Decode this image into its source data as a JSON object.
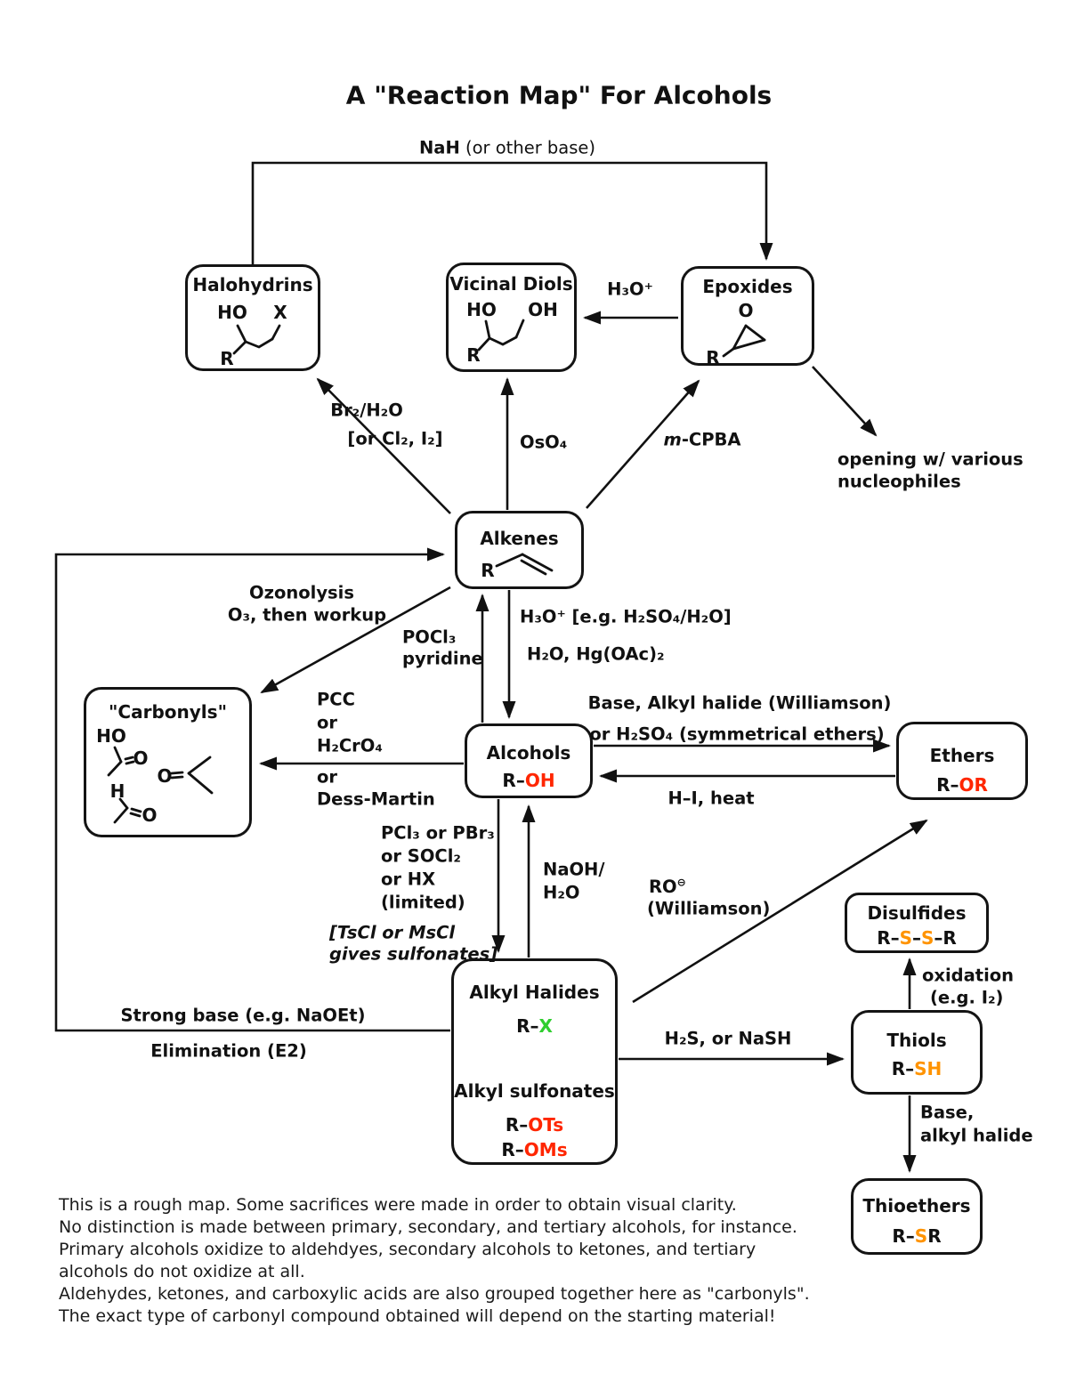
{
  "title": "A \"Reaction Map\" For Alcohols",
  "colors": {
    "red": "#ff2600",
    "green": "#2fce2f",
    "orange": "#ff9300",
    "ink": "#111111"
  },
  "nodes": {
    "halohydrins": {
      "title": "Halohydrins",
      "ho": "HO",
      "x": "X",
      "r": "R"
    },
    "vicinal_diols": {
      "title": "Vicinal Diols",
      "ho": "HO",
      "oh": "OH",
      "r": "R"
    },
    "epoxides": {
      "title": "Epoxides",
      "o": "O",
      "r": "R"
    },
    "alkenes": {
      "title": "Alkenes",
      "r": "R"
    },
    "carbonyls": {
      "title": "\"Carbonyls\"",
      "ho": "HO",
      "o_acid": "O",
      "o_ketone": "O",
      "h": "H",
      "o_aldehyde": "O"
    },
    "alcohols": {
      "title": "Alcohols",
      "formula": [
        {
          "t": "R–"
        },
        {
          "t": "OH",
          "cls": "red"
        }
      ]
    },
    "ethers": {
      "title": "Ethers",
      "formula": [
        {
          "t": "R–"
        },
        {
          "t": "OR",
          "cls": "red"
        }
      ]
    },
    "alkyl_halides": {
      "title": "Alkyl Halides",
      "formula": [
        {
          "t": "R–"
        },
        {
          "t": "X",
          "cls": "green"
        }
      ],
      "subtitle": "Alkyl sulfonates",
      "formula_ots": [
        {
          "t": "R–"
        },
        {
          "t": "OTs",
          "cls": "red"
        }
      ],
      "formula_oms": [
        {
          "t": "R–"
        },
        {
          "t": "OMs",
          "cls": "red"
        }
      ]
    },
    "disulfides": {
      "title": "Disulfides",
      "formula": [
        {
          "t": "R–"
        },
        {
          "t": "S",
          "cls": "orange"
        },
        {
          "t": "–"
        },
        {
          "t": "S",
          "cls": "orange"
        },
        {
          "t": "–R"
        }
      ]
    },
    "thiols": {
      "title": "Thiols",
      "formula": [
        {
          "t": "R–"
        },
        {
          "t": "SH",
          "cls": "orange"
        }
      ]
    },
    "thioethers": {
      "title": "Thioethers",
      "formula": [
        {
          "t": "R–"
        },
        {
          "t": "S",
          "cls": "orange"
        },
        {
          "t": "R"
        }
      ]
    }
  },
  "labels": {
    "nah": [
      {
        "t": "NaH"
      },
      {
        "t": " (or other base)",
        "cls": "n"
      }
    ],
    "h3o_epoxide": [
      {
        "t": "H₃O⁺"
      }
    ],
    "opening1": [
      {
        "t": "opening w/ various"
      }
    ],
    "opening2": [
      {
        "t": "nucleophiles"
      }
    ],
    "br2": [
      {
        "t": "Br₂/H₂O"
      }
    ],
    "br2b": [
      {
        "t": "[or Cl₂, I₂]"
      }
    ],
    "oso4": [
      {
        "t": "OsO₄"
      }
    ],
    "mcpba": [
      {
        "t": "m",
        "cls": "i"
      },
      {
        "t": "-CPBA"
      }
    ],
    "ozon1": [
      {
        "t": "Ozonolysis"
      }
    ],
    "ozon2": [
      {
        "t": "O₃, then workup"
      }
    ],
    "pocl3a": [
      {
        "t": "POCl₃"
      }
    ],
    "pocl3b": [
      {
        "t": "pyridine"
      }
    ],
    "hydr1": [
      {
        "t": "H₃O⁺ [e.g. H₂SO₄/H₂O]"
      }
    ],
    "hydr2": [
      {
        "t": "H₂O, Hg(OAc)₂"
      }
    ],
    "ox1": [
      {
        "t": "PCC"
      }
    ],
    "ox2": [
      {
        "t": "or"
      }
    ],
    "ox3": [
      {
        "t": "H₂CrO₄"
      }
    ],
    "ox4": [
      {
        "t": "or"
      }
    ],
    "ox5": [
      {
        "t": "Dess-Martin"
      }
    ],
    "will1": [
      {
        "t": "Base, Alkyl halide (Williamson)"
      }
    ],
    "will2": [
      {
        "t": "or H₂SO₄ (symmetrical ethers)"
      }
    ],
    "hi": [
      {
        "t": "H–I, heat"
      }
    ],
    "hal1": [
      {
        "t": "PCl₃ or PBr₃"
      }
    ],
    "hal2": [
      {
        "t": "or SOCl₂"
      }
    ],
    "hal3": [
      {
        "t": "or HX"
      }
    ],
    "hal4": [
      {
        "t": "(limited)"
      }
    ],
    "tscl1": [
      {
        "t": "[TsCl or MsCl",
        "cls": "i"
      }
    ],
    "tscl2": [
      {
        "t": "gives sulfonates]",
        "cls": "i"
      }
    ],
    "naoh1": [
      {
        "t": "NaOH/"
      }
    ],
    "naoh2": [
      {
        "t": "H₂O"
      }
    ],
    "ro1": [
      {
        "t": "RO"
      },
      {
        "t": "⊖",
        "cls": "sup"
      }
    ],
    "ro2": [
      {
        "t": "(Williamson)"
      }
    ],
    "strongbase": [
      {
        "t": "Strong base (e.g. NaOEt)"
      }
    ],
    "elim": [
      {
        "t": "Elimination (E2)"
      }
    ],
    "h2s": [
      {
        "t": "H₂S, or NaSH"
      }
    ],
    "oxid1": [
      {
        "t": "oxidation"
      }
    ],
    "oxid2": [
      {
        "t": "(e.g. I₂)"
      }
    ],
    "base1": [
      {
        "t": "Base,"
      }
    ],
    "base2": [
      {
        "t": "alkyl halide"
      }
    ]
  },
  "footer": [
    "This is a rough map. Some sacrifices were made in order to obtain visual clarity.",
    "No distinction is made between primary, secondary, and tertiary alcohols, for instance.",
    "Primary alcohols oxidize to aldehdyes, secondary alcohols to ketones, and tertiary",
    "alcohols do not oxidize at all.",
    "Aldehydes, ketones, and carboxylic acids are also grouped together here as \"carbonyls\".",
    "The exact type of carbonyl compound obtained will depend on the starting material!"
  ]
}
